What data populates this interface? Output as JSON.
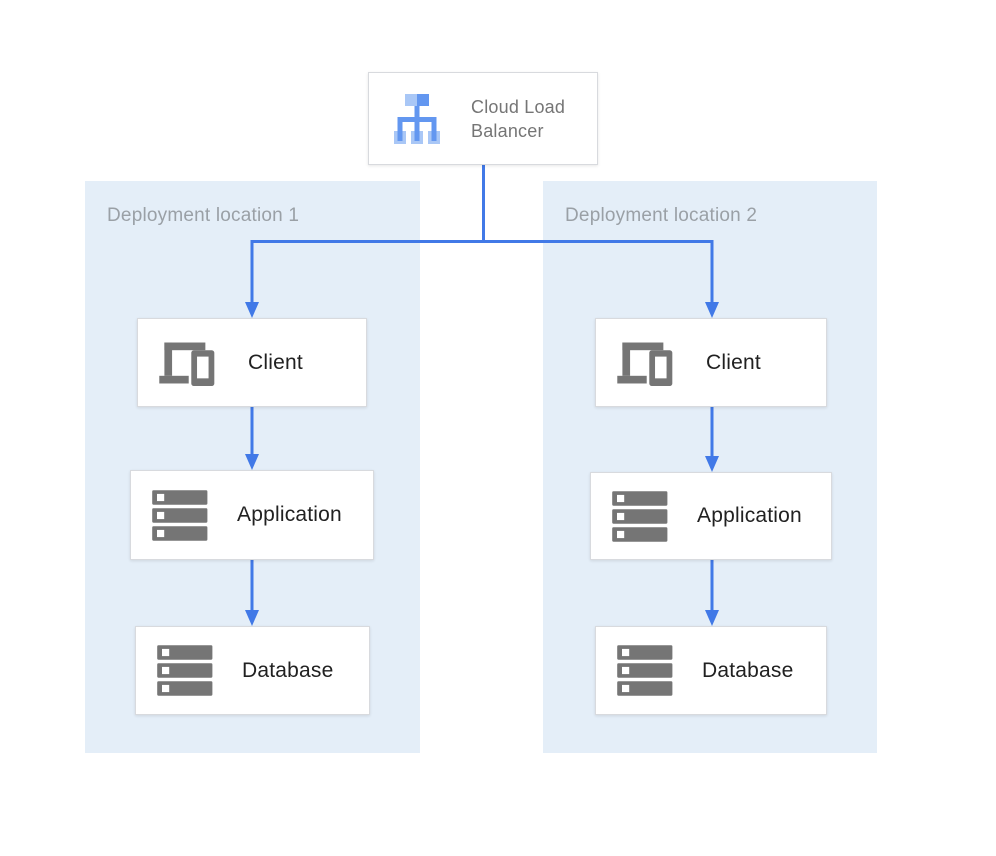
{
  "load_balancer": {
    "label": "Cloud Load Balancer",
    "icon": "load-balancer-icon"
  },
  "locations": [
    {
      "label": "Deployment location 1",
      "nodes": [
        {
          "label": "Client",
          "icon": "devices-icon"
        },
        {
          "label": "Application",
          "icon": "server-stack-icon"
        },
        {
          "label": "Database",
          "icon": "server-stack-icon"
        }
      ]
    },
    {
      "label": "Deployment location 2",
      "nodes": [
        {
          "label": "Client",
          "icon": "devices-icon"
        },
        {
          "label": "Application",
          "icon": "server-stack-icon"
        },
        {
          "label": "Database",
          "icon": "server-stack-icon"
        }
      ]
    }
  ],
  "colors": {
    "connector_blue": "#4179e7",
    "panel_bg": "#e4eef8",
    "panel_label_gray": "#9aa0a6",
    "icon_gray": "#757575",
    "node_text": "#212121",
    "lb_text_gray": "#757575",
    "box_border": "#d8dade",
    "lb_blue_light": "#a9c7f6",
    "lb_blue_medium": "#6397f0"
  }
}
